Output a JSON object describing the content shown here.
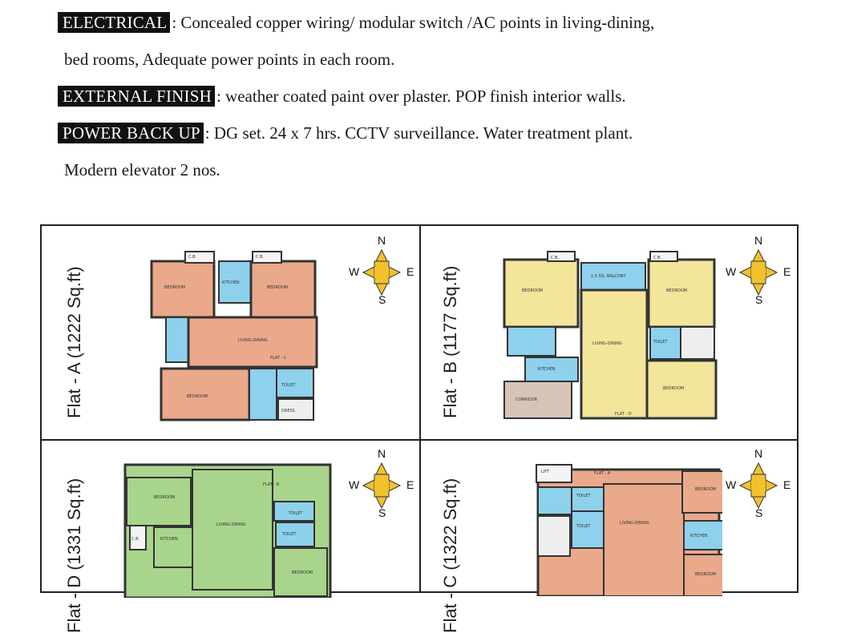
{
  "specs": [
    {
      "label": "ELECTRICAL",
      "text": ": Concealed copper wiring/ modular switch /AC points in living-dining,"
    },
    {
      "label": "",
      "text": "bed rooms, Adequate power points in each room."
    },
    {
      "label": "EXTERNAL FINISH",
      "text": ": weather coated paint over plaster. POP finish interior walls."
    },
    {
      "label": "POWER BACK UP",
      "text": ": DG set. 24 x 7 hrs. CCTV surveillance. Water treatment plant."
    },
    {
      "label": "",
      "text": "Modern elevator 2 nos."
    }
  ],
  "compass": {
    "n": "N",
    "s": "S",
    "e": "E",
    "w": "W",
    "color": "#f2c12e"
  },
  "flats": [
    {
      "title": "Flat - A (1222 Sq.ft)",
      "color": "#e9a98a",
      "rooms": [
        "C.B.",
        "BEDROOM",
        "KITCHEN",
        "C.B.",
        "BEDROOM",
        "LIVING-DINING",
        "FLAT - C",
        "BEDROOM",
        "TOILET",
        "DRESS"
      ]
    },
    {
      "title": "Flat - B (1177 Sq.ft)",
      "color": "#f3e59a",
      "rooms": [
        "C.B.",
        "BEDROOM",
        "1.5 SQ. BALCONY",
        "C.B.",
        "BEDROOM",
        "LIVING-DINING",
        "KITCHEN",
        "TOILET",
        "BEDROOM",
        "CORRIDOR",
        "FLAT - D"
      ]
    },
    {
      "title": "Flat - D (1331 Sq.ft)",
      "color": "#a8d48c",
      "rooms": [
        "BEDROOM",
        "FLAT - B",
        "LIVING-DINING",
        "TOILET",
        "KITCHEN",
        "TOILET",
        "BEDROOM",
        "C.B."
      ]
    },
    {
      "title": "Flat - C (1322 Sq.ft)",
      "color": "#e9a98a",
      "rooms": [
        "LIFT",
        "FLAT - A",
        "BEDROOM",
        "TOILET",
        "TOILET",
        "LIVING-DINING",
        "KITCHEN",
        "BEDROOM"
      ]
    }
  ]
}
